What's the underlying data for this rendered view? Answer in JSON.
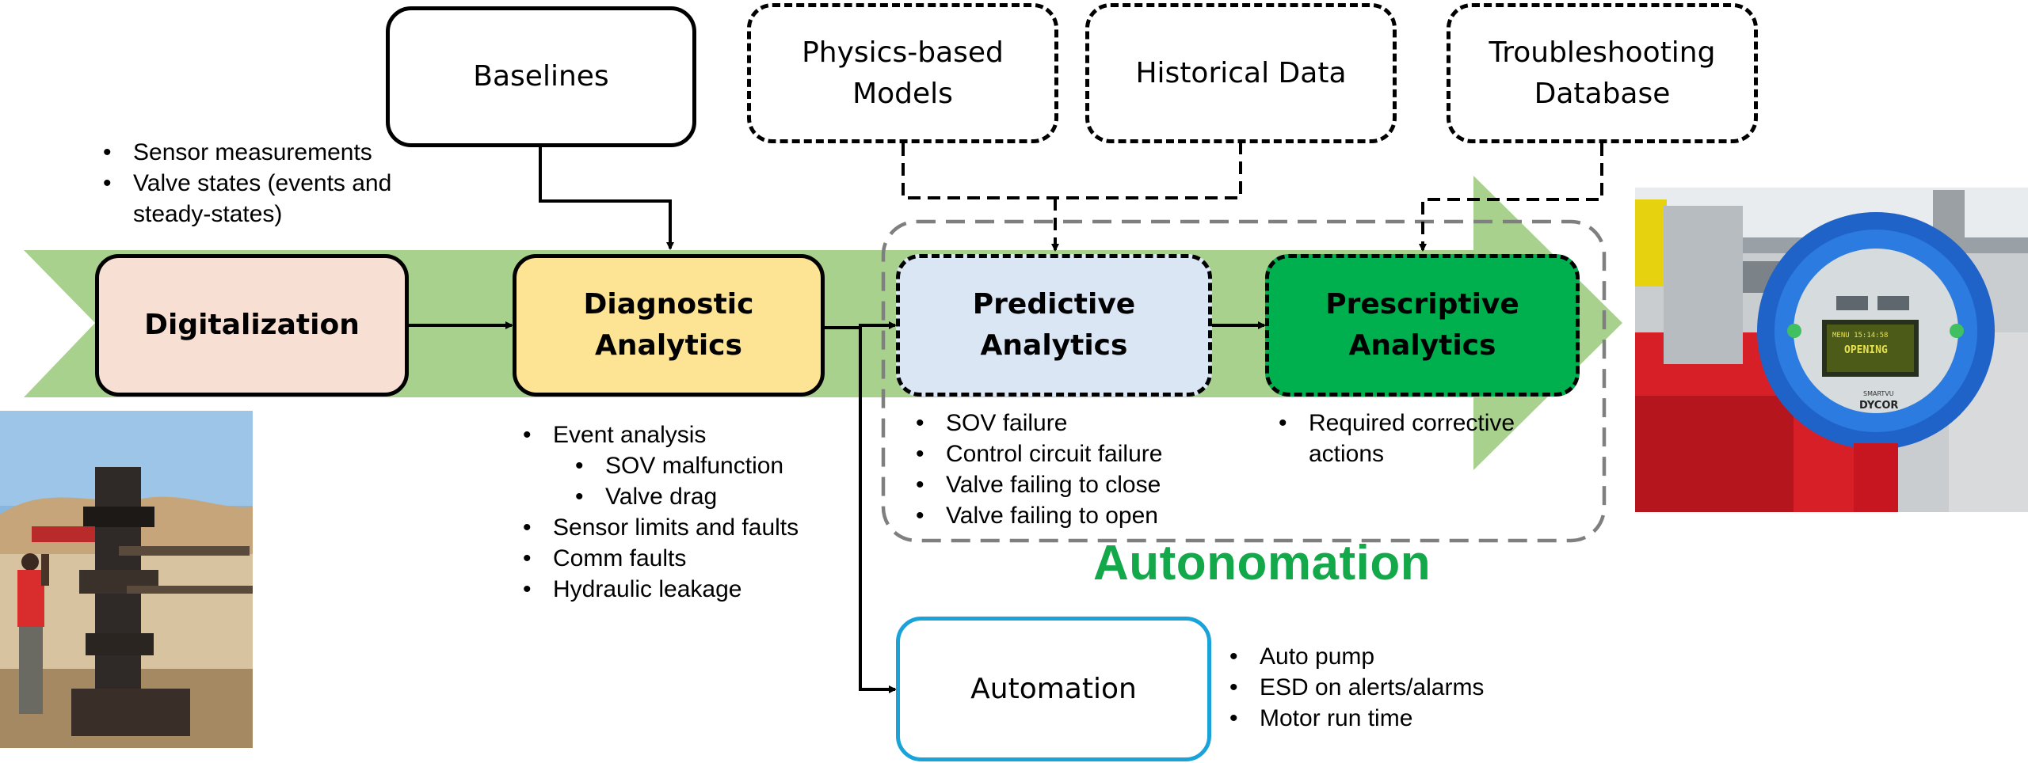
{
  "stages": {
    "digitalization": "Digitalization",
    "diagnostic": [
      "Diagnostic",
      "Analytics"
    ],
    "predictive": [
      "Predictive",
      "Analytics"
    ],
    "prescriptive": [
      "Prescriptive",
      "Analytics"
    ],
    "automation": "Automation"
  },
  "sources": {
    "baselines": "Baselines",
    "physics": [
      "Physics-based",
      "Models"
    ],
    "historical": "Historical Data",
    "troubleshooting": [
      "Troubleshooting",
      "Database"
    ]
  },
  "autonomation_label": "Autonomation",
  "digitalization_inputs": [
    "Sensor measurements",
    "Valve states (events and",
    "steady-states)"
  ],
  "diagnostic_list": [
    {
      "text": "Event analysis",
      "level": 0
    },
    {
      "text": "SOV malfunction",
      "level": 1
    },
    {
      "text": "Valve drag",
      "level": 1
    },
    {
      "text": "Sensor limits and faults",
      "level": 0
    },
    {
      "text": "Comm faults",
      "level": 0
    },
    {
      "text": "Hydraulic leakage",
      "level": 0
    }
  ],
  "predictive_list": [
    "SOV failure",
    "Control circuit failure",
    "Valve failing to close",
    "Valve failing to open"
  ],
  "prescriptive_list": [
    "Required corrective",
    "actions"
  ],
  "automation_list": [
    "Auto pump",
    "ESD on alerts/alarms",
    "Motor run time"
  ],
  "device_display": {
    "line1": "MENU 15:14:58",
    "line2": "OPENING",
    "brand_small": "SMARTVU",
    "brand": "DYCOR"
  },
  "colors": {
    "band": "#a9d18e",
    "digitalization_fill": "#f8dfd3",
    "diagnostic_fill": "#fde394",
    "predictive_fill": "#dae6f4",
    "prescriptive_fill": "#00b04f",
    "automation_border": "#1aa3d9",
    "autonomation_text": "#13a84a",
    "dashed_group": "#7f7f7f"
  },
  "icons": [
    "arrow-right-icon",
    "wellhead-photo",
    "valve-actuator-photo"
  ]
}
